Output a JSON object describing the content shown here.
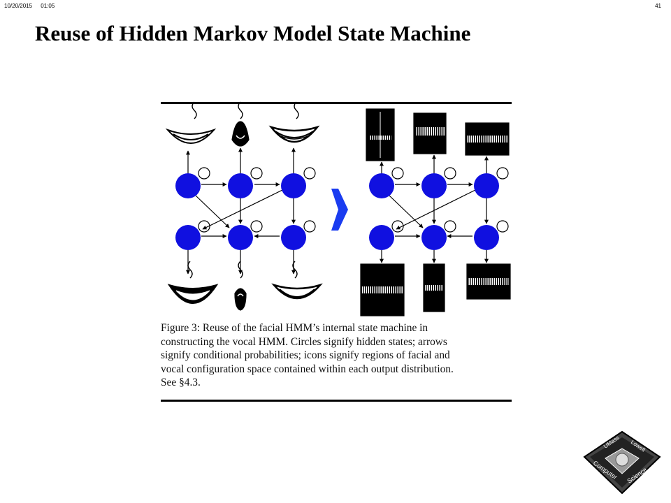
{
  "header": {
    "date": "10/20/2015",
    "time": "01:05",
    "page_number": "41"
  },
  "slide": {
    "title": "Reuse of Hidden Markov Model State Machine"
  },
  "figure": {
    "state_color": "#1010e0",
    "transition_arrow_color": "#1a3cf0",
    "caption_lines": [
      "Figure 3:  Reuse of the facial HMM’s internal state machine in",
      "constructing the vocal HMM. Circles signify hidden states; arrows",
      "signify conditional probabilities; icons signify regions of facial and",
      "vocal configuration space contained within each output distribution.",
      "See §4.3."
    ]
  },
  "logo": {
    "top_left_text": "UMass",
    "top_right_text": "Lowell",
    "bottom_left_text": "Computer",
    "bottom_right_text": "Science"
  }
}
